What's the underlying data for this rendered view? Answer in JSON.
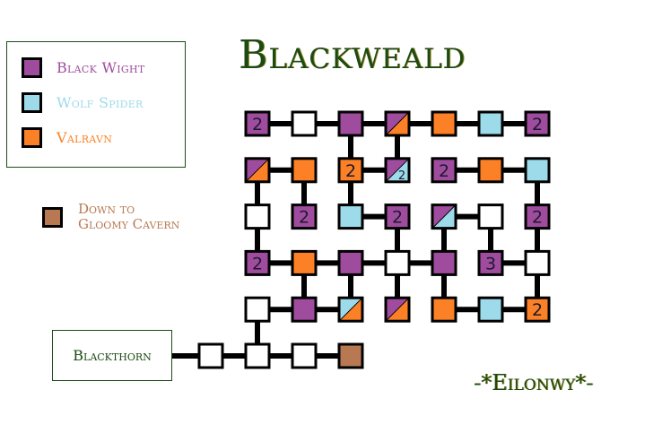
{
  "title": "Blackweald",
  "signature": "-*Eilonwy*-",
  "entry": {
    "label": "Blackthorn"
  },
  "colors": {
    "black_wight": "#a04c9e",
    "wolf_spider": "#9ddbea",
    "valravn": "#fc8126",
    "down": "#b87952",
    "empty": "#ffffff",
    "text_green": "#1b4a12"
  },
  "legend": [
    {
      "key": "black_wight",
      "label": "Black Wight",
      "color": "#a04c9e",
      "text_color": "#a04c9e"
    },
    {
      "key": "wolf_spider",
      "label": "Wolf Spider",
      "color": "#9ddbea",
      "text_color": "#9ddbea"
    },
    {
      "key": "valravn",
      "label": "Valravn",
      "color": "#fc8126",
      "text_color": "#fc8126"
    }
  ],
  "down_legend": {
    "label_line1": "Down to",
    "label_line2": "Gloomy Cavern",
    "color": "#b87952"
  },
  "cells": [
    {
      "id": "r0c0",
      "row": 0,
      "col": 0,
      "fill": [
        "black_wight"
      ],
      "count": "2"
    },
    {
      "id": "r0c1",
      "row": 0,
      "col": 1,
      "fill": [
        "empty"
      ]
    },
    {
      "id": "r0c2",
      "row": 0,
      "col": 2,
      "fill": [
        "black_wight"
      ]
    },
    {
      "id": "r0c3",
      "row": 0,
      "col": 3,
      "fill": [
        "black_wight",
        "valravn"
      ]
    },
    {
      "id": "r0c4",
      "row": 0,
      "col": 4,
      "fill": [
        "valravn"
      ]
    },
    {
      "id": "r0c5",
      "row": 0,
      "col": 5,
      "fill": [
        "wolf_spider"
      ]
    },
    {
      "id": "r0c6",
      "row": 0,
      "col": 6,
      "fill": [
        "black_wight"
      ],
      "count": "2"
    },
    {
      "id": "r1c0",
      "row": 1,
      "col": 0,
      "fill": [
        "black_wight",
        "valravn"
      ]
    },
    {
      "id": "r1c1",
      "row": 1,
      "col": 1,
      "fill": [
        "valravn"
      ]
    },
    {
      "id": "r1c2",
      "row": 1,
      "col": 2,
      "fill": [
        "valravn"
      ],
      "count": "2"
    },
    {
      "id": "r1c3",
      "row": 1,
      "col": 3,
      "fill": [
        "black_wight",
        "wolf_spider"
      ],
      "count": "2",
      "count_small": true
    },
    {
      "id": "r1c4",
      "row": 1,
      "col": 4,
      "fill": [
        "black_wight"
      ],
      "count": "2"
    },
    {
      "id": "r1c5",
      "row": 1,
      "col": 5,
      "fill": [
        "valravn"
      ]
    },
    {
      "id": "r1c6",
      "row": 1,
      "col": 6,
      "fill": [
        "wolf_spider"
      ]
    },
    {
      "id": "r2c0",
      "row": 2,
      "col": 0,
      "fill": [
        "empty"
      ]
    },
    {
      "id": "r2c1",
      "row": 2,
      "col": 1,
      "fill": [
        "black_wight"
      ],
      "count": "2"
    },
    {
      "id": "r2c2",
      "row": 2,
      "col": 2,
      "fill": [
        "wolf_spider"
      ]
    },
    {
      "id": "r2c3",
      "row": 2,
      "col": 3,
      "fill": [
        "black_wight"
      ],
      "count": "2"
    },
    {
      "id": "r2c4",
      "row": 2,
      "col": 4,
      "fill": [
        "black_wight",
        "wolf_spider"
      ]
    },
    {
      "id": "r2c5",
      "row": 2,
      "col": 5,
      "fill": [
        "empty"
      ]
    },
    {
      "id": "r2c6",
      "row": 2,
      "col": 6,
      "fill": [
        "black_wight"
      ],
      "count": "2"
    },
    {
      "id": "r3c0",
      "row": 3,
      "col": 0,
      "fill": [
        "black_wight"
      ],
      "count": "2"
    },
    {
      "id": "r3c1",
      "row": 3,
      "col": 1,
      "fill": [
        "valravn"
      ]
    },
    {
      "id": "r3c2",
      "row": 3,
      "col": 2,
      "fill": [
        "black_wight"
      ]
    },
    {
      "id": "r3c3",
      "row": 3,
      "col": 3,
      "fill": [
        "empty"
      ]
    },
    {
      "id": "r3c4",
      "row": 3,
      "col": 4,
      "fill": [
        "black_wight"
      ]
    },
    {
      "id": "r3c5",
      "row": 3,
      "col": 5,
      "fill": [
        "black_wight"
      ],
      "count": "3"
    },
    {
      "id": "r3c6",
      "row": 3,
      "col": 6,
      "fill": [
        "empty"
      ]
    },
    {
      "id": "r4c0",
      "row": 4,
      "col": 0,
      "fill": [
        "empty"
      ]
    },
    {
      "id": "r4c1",
      "row": 4,
      "col": 1,
      "fill": [
        "black_wight"
      ]
    },
    {
      "id": "r4c2",
      "row": 4,
      "col": 2,
      "fill": [
        "wolf_spider",
        "valravn"
      ]
    },
    {
      "id": "r4c3",
      "row": 4,
      "col": 3,
      "fill": [
        "black_wight",
        "valravn"
      ]
    },
    {
      "id": "r4c4",
      "row": 4,
      "col": 4,
      "fill": [
        "valravn"
      ]
    },
    {
      "id": "r4c5",
      "row": 4,
      "col": 5,
      "fill": [
        "wolf_spider"
      ]
    },
    {
      "id": "r4c6",
      "row": 4,
      "col": 6,
      "fill": [
        "valravn"
      ],
      "count": "2"
    },
    {
      "id": "r5cm1",
      "row": 5,
      "col": -1,
      "fill": [
        "empty"
      ]
    },
    {
      "id": "r5c0",
      "row": 5,
      "col": 0,
      "fill": [
        "empty"
      ]
    },
    {
      "id": "r5c1",
      "row": 5,
      "col": 1,
      "fill": [
        "empty"
      ]
    },
    {
      "id": "r5c2",
      "row": 5,
      "col": 2,
      "fill": [
        "down"
      ]
    }
  ],
  "links": [
    [
      "r0c0",
      "r0c1"
    ],
    [
      "r0c1",
      "r0c2"
    ],
    [
      "r0c2",
      "r0c3"
    ],
    [
      "r0c3",
      "r0c4"
    ],
    [
      "r0c4",
      "r0c5"
    ],
    [
      "r0c5",
      "r0c6"
    ],
    [
      "r0c2",
      "r1c2"
    ],
    [
      "r0c3",
      "r1c3"
    ],
    [
      "r1c0",
      "r1c1"
    ],
    [
      "r1c2",
      "r1c3"
    ],
    [
      "r1c4",
      "r1c5"
    ],
    [
      "r1c5",
      "r1c6"
    ],
    [
      "r1c0",
      "r2c0"
    ],
    [
      "r1c1",
      "r2c1"
    ],
    [
      "r1c2",
      "r2c2"
    ],
    [
      "r1c6",
      "r2c6"
    ],
    [
      "r2c2",
      "r2c3"
    ],
    [
      "r2c4",
      "r2c5"
    ],
    [
      "r2c0",
      "r3c0"
    ],
    [
      "r2c3",
      "r3c3"
    ],
    [
      "r2c4",
      "r3c4"
    ],
    [
      "r2c5",
      "r3c5"
    ],
    [
      "r2c6",
      "r3c6"
    ],
    [
      "r3c0",
      "r3c1"
    ],
    [
      "r3c1",
      "r3c2"
    ],
    [
      "r3c2",
      "r3c3"
    ],
    [
      "r3c3",
      "r3c4"
    ],
    [
      "r3c5",
      "r3c6"
    ],
    [
      "r3c1",
      "r4c1"
    ],
    [
      "r3c2",
      "r4c2"
    ],
    [
      "r3c3",
      "r4c3"
    ],
    [
      "r3c4",
      "r4c4"
    ],
    [
      "r3c6",
      "r4c6"
    ],
    [
      "r4c0",
      "r4c1"
    ],
    [
      "r4c1",
      "r4c2"
    ],
    [
      "r4c4",
      "r4c5"
    ],
    [
      "r4c5",
      "r4c6"
    ],
    [
      "r4c0",
      "r5c0"
    ],
    [
      "entry",
      "r5cm1"
    ],
    [
      "r5cm1",
      "r5c0"
    ],
    [
      "r5c0",
      "r5c1"
    ],
    [
      "r5c1",
      "r5c2"
    ]
  ]
}
